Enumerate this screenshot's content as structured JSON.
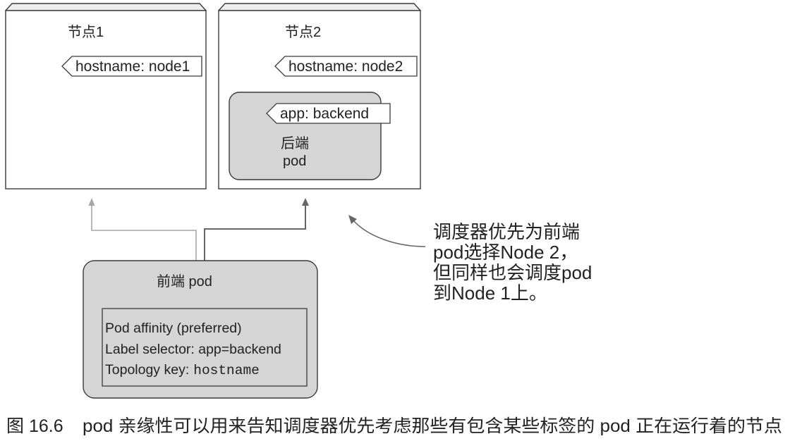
{
  "nodes": [
    {
      "label": "节点1",
      "hostname_label": "hostname: node1"
    },
    {
      "label": "节点2",
      "hostname_label": "hostname: node2"
    }
  ],
  "backend_pod": {
    "label_tag": "app: backend",
    "name_line1": "后端",
    "name_line2": "pod"
  },
  "frontend_pod": {
    "title": "前端 pod",
    "affinity": {
      "rule": "Pod affinity (preferred)",
      "label_selector": "Label selector: app=backend",
      "topology_key_label": "Topology key:",
      "topology_key_value": "hostname"
    }
  },
  "annotation": {
    "lines": [
      "调度器优先为前端",
      "pod选择Node 2，",
      "但同样也会调度pod",
      "到Node 1上。"
    ]
  },
  "caption": {
    "figure_number": "图 16.6",
    "text": "pod 亲缘性可以用来告知调度器优先考虑那些有包含某些标签的 pod 正在运行着的节点"
  },
  "colors": {
    "outline": "#3a3a3a",
    "node_top": "#eeeeee",
    "node_fill": "#ffffff",
    "pod_fill": "#d5d5d5",
    "tag_fill": "#ffffff",
    "text": "#222222",
    "link_primary": "#666666",
    "link_secondary": "#a6a6a6",
    "annotation_arrow": "#666666"
  }
}
